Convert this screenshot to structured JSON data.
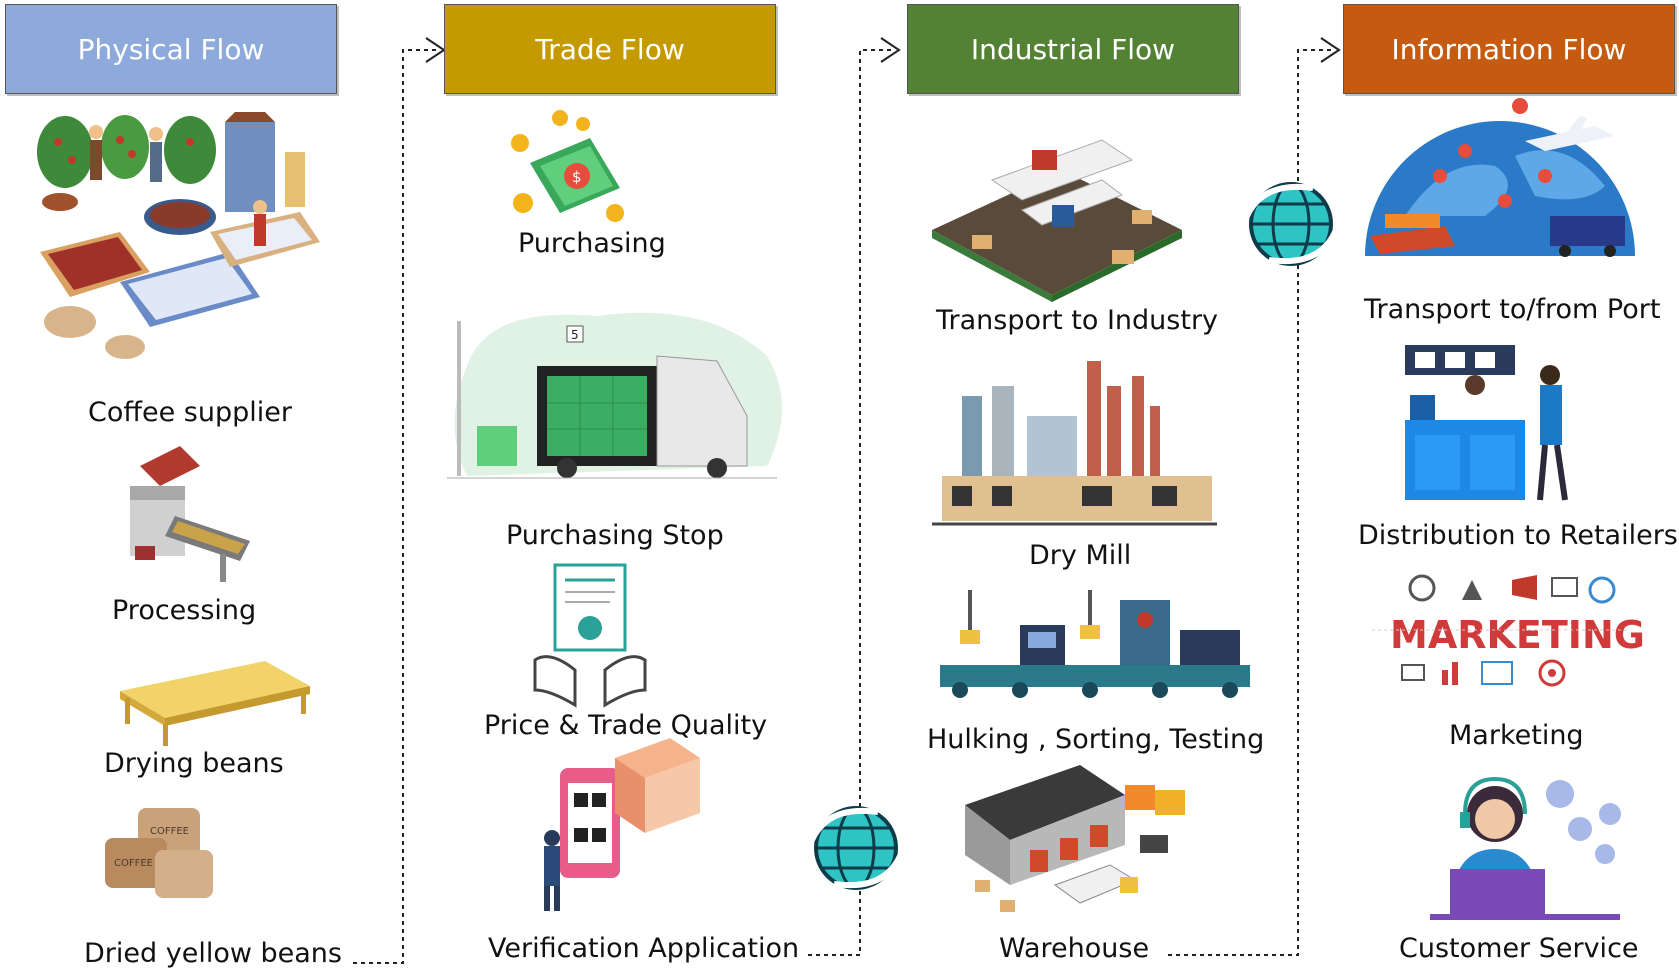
{
  "headers": {
    "physical": {
      "label": "Physical Flow",
      "color": "#8eaadb"
    },
    "trade": {
      "label": "Trade Flow",
      "color": "#c49a00"
    },
    "industrial": {
      "label": "Industrial Flow",
      "color": "#548235"
    },
    "information": {
      "label": "Information Flow",
      "color": "#c55a11"
    }
  },
  "physical_flow": [
    "Coffee supplier",
    "Processing",
    "Drying beans",
    "Dried yellow beans"
  ],
  "trade_flow": [
    "Purchasing",
    "Purchasing Stop",
    "Price & Trade Quality",
    "Verification Application"
  ],
  "industrial_flow": [
    "Transport to Industry",
    "Dry Mill",
    "Hulking , Sorting, Testing",
    "Warehouse"
  ],
  "information_flow": [
    "Transport to/from Port",
    "Distribution to Retailers",
    "Marketing",
    "Customer Service"
  ],
  "illustrations": {
    "bag_text": "COFFEE",
    "marketing_word": "MARKETING",
    "purchasing_stop_sign": "5"
  }
}
